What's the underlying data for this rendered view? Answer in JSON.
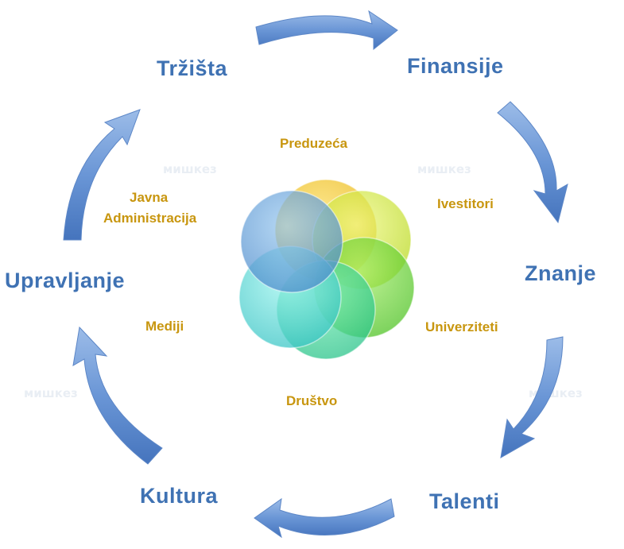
{
  "outer_labels": {
    "trzista": "Tržišta",
    "finansije": "Finansije",
    "znanje": "Znanje",
    "talenti": "Talenti",
    "kultura": "Kultura",
    "upravljanje": "Upravljanje"
  },
  "inner_labels": {
    "preduzeca": "Preduzeća",
    "ivestitori": "Ivestitori",
    "univerziteti": "Univerziteti",
    "drustvo": "Društvo",
    "mediji": "Mediji",
    "javna_line1": "Javna",
    "javna_line2": "Administracija"
  },
  "colors": {
    "outer_text": "#3f72b3",
    "inner_text": "#c8960f",
    "arrow": "#6f9ad8"
  }
}
